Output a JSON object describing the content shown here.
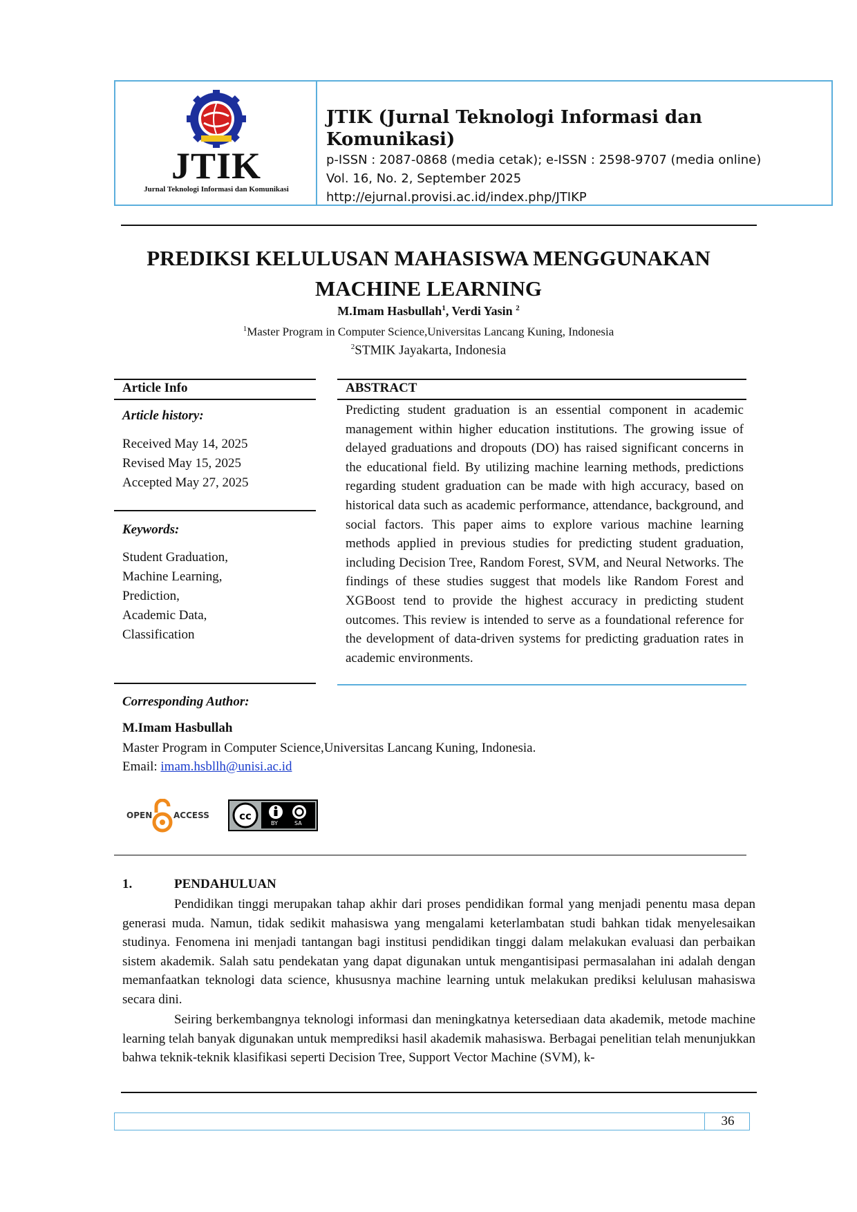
{
  "header": {
    "logo_word": "JTIK",
    "logo_subtitle": "Jurnal Teknologi Informasi dan Komunikasi",
    "journal_title": "JTIK  (Jurnal Teknologi Informasi dan Komunikasi)",
    "issn": "p-ISSN : 2087-0868 (media cetak); e-ISSN : 2598-9707 (media online)",
    "volume": "Vol. 16, No. 2, September 2025",
    "url": "http://ejurnal.provisi.ac.id/index.php/JTIKP"
  },
  "paper": {
    "title_line1": "PREDIKSI KELULUSAN MAHASISWA MENGGUNAKAN",
    "title_line2": "MACHINE LEARNING",
    "author1": "M.Imam Hasbullah",
    "author1_sup": "1",
    "author_sep": ", Verdi Yasin ",
    "author2_sup": "2",
    "aff1_sup": "1",
    "aff1": "Master Program in Computer Science,Universitas Lancang Kuning, Indonesia",
    "aff2_sup": "2",
    "aff2": "STMIK Jayakarta, Indonesia"
  },
  "article_info": {
    "heading": "Article Info",
    "history_label": "Article history:",
    "received": "Received May 14, 2025",
    "revised": "Revised May 15, 2025",
    "accepted": "Accepted May 27, 2025",
    "keywords_label": "Keywords:",
    "keywords": [
      "Student Graduation,",
      "Machine Learning,",
      "Prediction,",
      "Academic Data,",
      "Classification"
    ]
  },
  "abstract": {
    "heading": "ABSTRACT",
    "text": "Predicting student graduation is an essential component in academic management within higher education institutions. The growing issue of delayed graduations and dropouts (DO) has raised significant concerns in the educational field. By utilizing machine learning methods, predictions regarding student graduation can be made with high accuracy, based on historical data such as academic performance, attendance, background, and social factors. This paper aims to explore various machine learning methods applied in previous studies for predicting student graduation, including Decision Tree, Random Forest, SVM, and Neural Networks. The findings of these studies suggest that models like Random Forest and XGBoost tend to provide the highest accuracy in predicting student outcomes. This review is intended to serve as a foundational reference for the development of data-driven systems for predicting graduation rates in academic environments."
  },
  "corresponding": {
    "label": "Corresponding Author:",
    "name": "M.Imam Hasbullah",
    "affiliation": "Master Program in Computer Science,Universitas Lancang Kuning, Indonesia.",
    "email_label": "Email: ",
    "email": "imam.hsbllh@unisi.ac.id"
  },
  "badges": {
    "open_access_left": "OPEN",
    "open_access_right": "ACCESS",
    "cc_by": "BY",
    "cc_sa": "SA"
  },
  "section1": {
    "number": "1.",
    "title": "PENDAHULUAN",
    "para1": "Pendidikan tinggi merupakan tahap akhir dari proses pendidikan formal yang menjadi penentu masa depan generasi muda. Namun, tidak sedikit mahasiswa yang mengalami keterlambatan studi bahkan tidak menyelesaikan studinya. Fenomena ini menjadi tantangan bagi institusi pendidikan tinggi dalam melakukan evaluasi dan perbaikan sistem akademik. Salah satu pendekatan yang dapat digunakan untuk mengantisipasi permasalahan ini adalah dengan memanfaatkan teknologi data science, khususnya machine learning untuk melakukan prediksi kelulusan mahasiswa secara dini.",
    "para2": "Seiring berkembangnya teknologi informasi dan meningkatnya ketersediaan data akademik, metode machine learning telah banyak digunakan untuk memprediksi hasil akademik mahasiswa. Berbagai penelitian telah menunjukkan bahwa teknik-teknik klasifikasi seperti Decision Tree, Support Vector Machine (SVM), k-"
  },
  "footer": {
    "page_number": "36"
  },
  "colors": {
    "frame": "#5aaedc",
    "link": "#1a3ccc",
    "logo_red": "#d42020",
    "logo_blue": "#1c2f9c",
    "open_access_orange": "#f08a1c"
  }
}
